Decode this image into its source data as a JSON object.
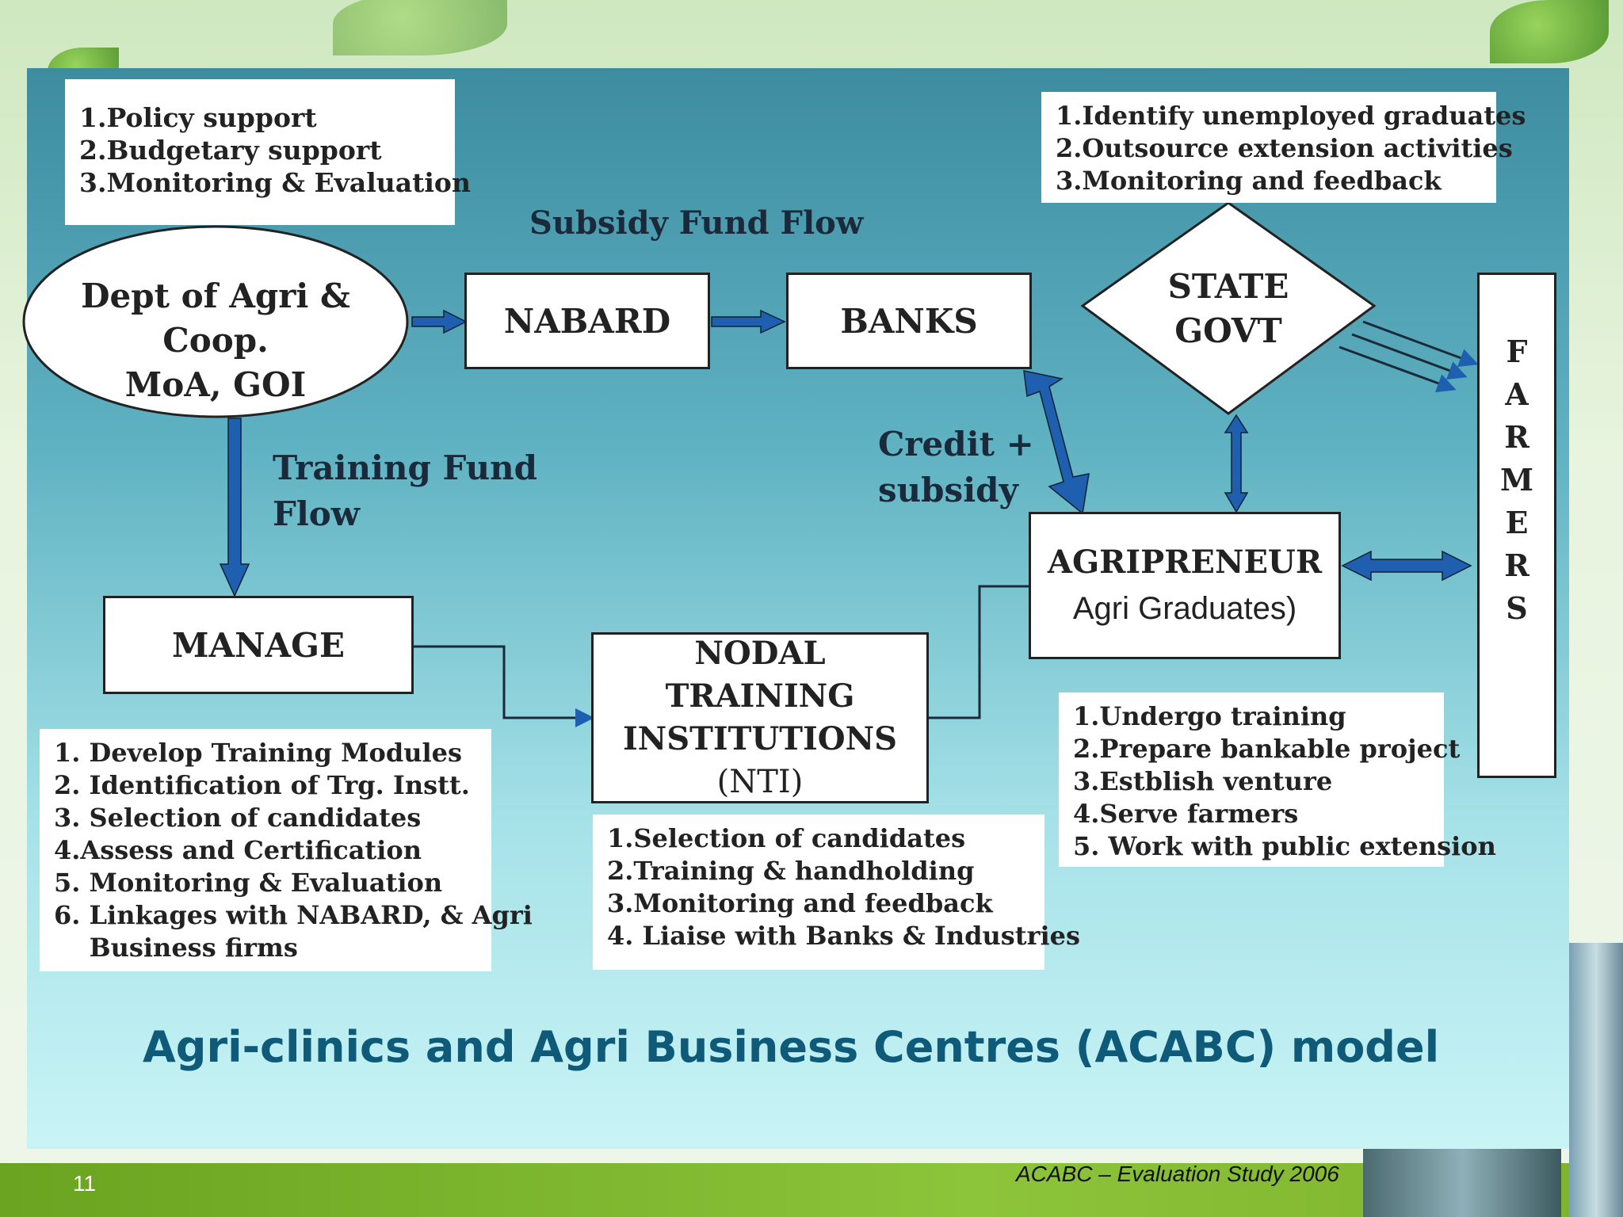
{
  "slide": {
    "title": "Agri-clinics and Agri Business Centres (ACABC) model",
    "page_number": "11",
    "footer_source": "ACABC – Evaluation Study 2006"
  },
  "nodes": {
    "dept": [
      "Dept of Agri & Coop.",
      "MoA, GOI"
    ],
    "nabard": "NABARD",
    "banks": "BANKS",
    "state_govt": [
      "STATE",
      "GOVT"
    ],
    "farmers": [
      "F",
      "A",
      "R",
      "M",
      "E",
      "R",
      "S"
    ],
    "manage": "MANAGE",
    "nti": [
      "NODAL",
      "TRAINING",
      "INSTITUTIONS",
      "(NTI)"
    ],
    "agripreneur": [
      "AGRIPRENEUR",
      "Agri Graduates)"
    ]
  },
  "labels": {
    "subsidy_flow": "Subsidy Fund Flow",
    "training_flow": [
      "Training Fund",
      "Flow"
    ],
    "credit": [
      "Credit +",
      "subsidy"
    ]
  },
  "notes": {
    "dept": [
      "1.Policy support",
      "2.Budgetary support",
      "3.Monitoring & Evaluation"
    ],
    "state": [
      "1.Identify unemployed graduates",
      "2.Outsource extension activities",
      "3.Monitoring and feedback"
    ],
    "manage": [
      "1. Develop Training Modules",
      "2. Identification of Trg. Instt.",
      "3. Selection of candidates",
      "4.Assess and Certification",
      "5. Monitoring & Evaluation",
      "6. Linkages with NABARD, & Agri",
      "    Business firms"
    ],
    "nti": [
      "1.Selection of candidates",
      "2.Training & handholding",
      "3.Monitoring and feedback",
      "4. Liaise with Banks & Industries"
    ],
    "agripreneur": [
      "1.Undergo training",
      "2.Prepare bankable project",
      "3.Estblish venture",
      "4.Serve farmers",
      "5. Work with public extension"
    ]
  },
  "colors": {
    "arrow": "#1f5fb0",
    "title": "#0e5a78"
  }
}
